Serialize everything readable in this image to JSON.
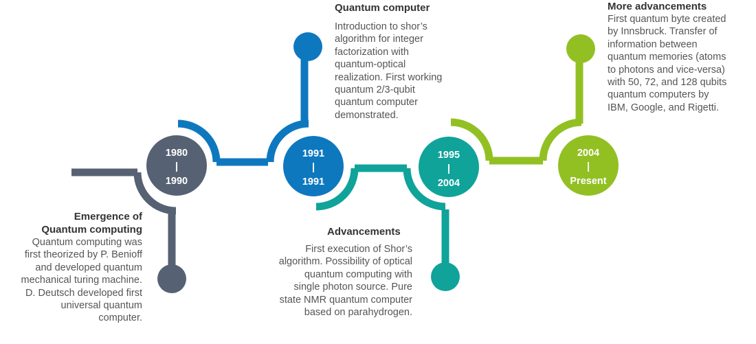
{
  "colors": {
    "slate": "#566273",
    "blue": "#0E78BF",
    "teal": "#0FA39A",
    "green": "#92C023",
    "text": "#555555",
    "title": "#333333"
  },
  "milestones": [
    {
      "period_start": "1980",
      "separator": "|",
      "period_end": "1990",
      "color": "#566273",
      "title_lines": [
        "Emergence of",
        "Quantum computing"
      ],
      "body_lines": [
        "Quantum computing was",
        "first theorized by P. Benioff",
        "and developed quantum",
        "mechanical turing machine.",
        "D. Deutsch developed first",
        "universal quantum",
        "computer."
      ]
    },
    {
      "period_start": "1991",
      "separator": "|",
      "period_end": "1991",
      "color": "#0E78BF",
      "title_lines": [
        "Quantum computer"
      ],
      "body_lines": [
        "Introduction to shor’s",
        "algorithm for integer",
        "factorization with",
        "quantum-optical",
        "realization. First working",
        "quantum 2/3-qubit",
        "quantum computer",
        "demonstrated."
      ]
    },
    {
      "period_start": "1995",
      "separator": "|",
      "period_end": "2004",
      "color": "#0FA39A",
      "title_lines": [
        "Advancements"
      ],
      "body_lines": [
        "First execution of Shor’s",
        "algorithm. Possibility of optical",
        "quantum computing with",
        "single photon source. Pure",
        "state NMR quantum computer",
        "based on parahydrogen."
      ]
    },
    {
      "period_start": "2004",
      "separator": "|",
      "period_end": "Present",
      "color": "#92C023",
      "title_lines": [
        "More advancements"
      ],
      "body_lines": [
        "First quantum byte created",
        "by Innsbruck. Transfer of",
        "information between",
        "quantum memories (atoms",
        "to photons and vice-versa)",
        "with 50, 72, and 128 qubits",
        "quantum computers by",
        "IBM, Google, and Rigetti."
      ]
    }
  ]
}
